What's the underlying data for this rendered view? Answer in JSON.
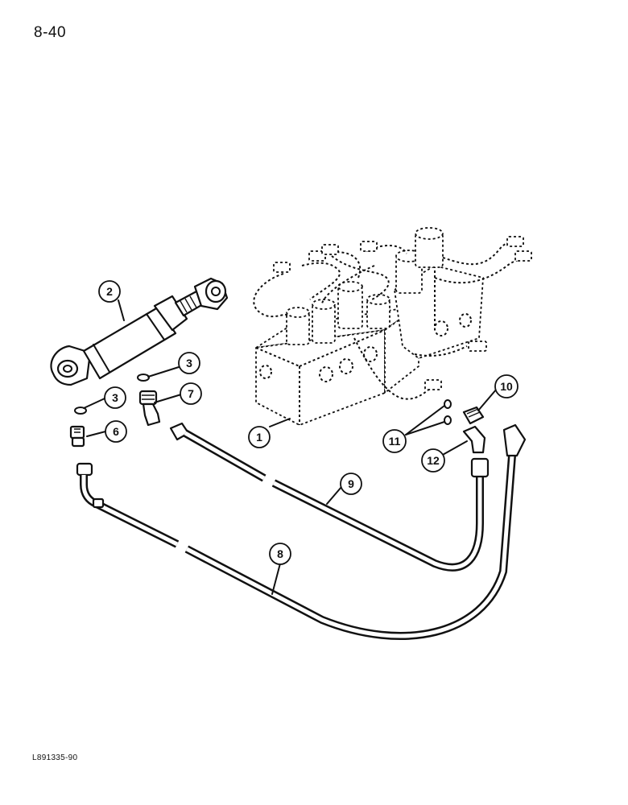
{
  "page": {
    "number": "8-40",
    "figure_code": "L891335-90"
  },
  "callouts": [
    {
      "id": "c1",
      "label": "1",
      "part": "control-valve"
    },
    {
      "id": "c2",
      "label": "2",
      "part": "hydraulic-cylinder"
    },
    {
      "id": "c3a",
      "label": "3",
      "part": "o-ring"
    },
    {
      "id": "c3b",
      "label": "3",
      "part": "o-ring"
    },
    {
      "id": "c6",
      "label": "6",
      "part": "straight-fitting"
    },
    {
      "id": "c7",
      "label": "7",
      "part": "elbow-fitting"
    },
    {
      "id": "c8",
      "label": "8",
      "part": "hose"
    },
    {
      "id": "c9",
      "label": "9",
      "part": "hose"
    },
    {
      "id": "c10",
      "label": "10",
      "part": "straight-fitting"
    },
    {
      "id": "c11",
      "label": "11",
      "part": "o-ring"
    },
    {
      "id": "c12",
      "label": "12",
      "part": "elbow-fitting"
    }
  ],
  "colors": {
    "ink": "#111111",
    "paper": "#ffffff"
  }
}
